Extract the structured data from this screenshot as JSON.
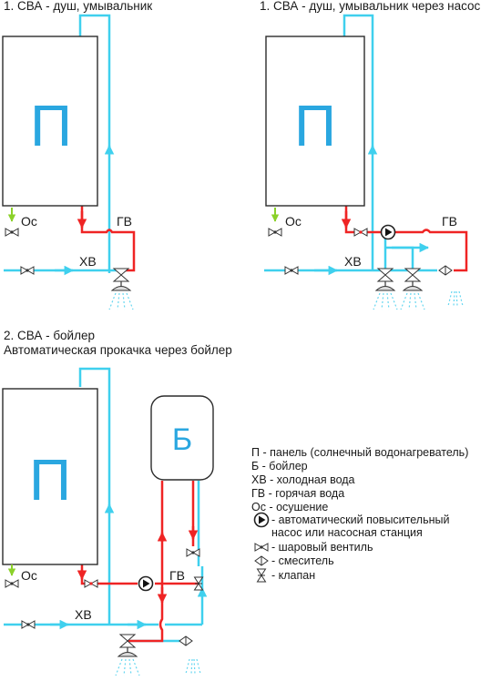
{
  "headings": {
    "top_left": "1. СВА - душ, умывальник",
    "top_right": "1. СВА - душ, умывальник через насос",
    "bottom_line1": "2. СВА - бойлер",
    "bottom_line2": "Автоматическая прокачка через бойлер"
  },
  "labels": {
    "panel": "П",
    "boiler": "Б",
    "os": "Ос",
    "gv": "ГВ",
    "hv": "ХВ"
  },
  "legend": [
    "П - панель (солнечный водонагреватель)",
    "Б - бойлер",
    "ХВ - холодная вода",
    "ГВ - горячая вода",
    "Ос - осушение",
    "- автоматический повысительный",
    "насос или насосная станция",
    "- шаровый вентиль",
    "- смеситель",
    "- клапан"
  ],
  "colors": {
    "cold": "#3fd0ee",
    "hot": "#ef2424",
    "panel_letter": "#2aa7e0",
    "drain": "#8bd12a",
    "spray": "#64d6f0"
  },
  "icons": [
    "pump-icon",
    "ball-valve-icon",
    "mixer-icon",
    "check-valve-icon",
    "shower-icon",
    "drain-arrow-icon"
  ]
}
